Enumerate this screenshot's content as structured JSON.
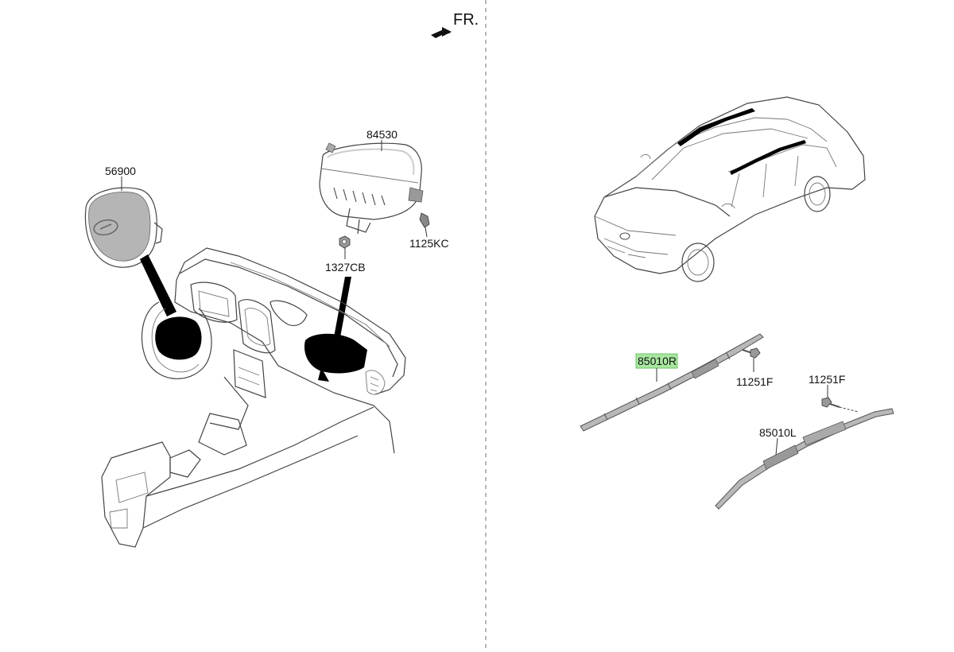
{
  "orientation_label": "FR.",
  "highlight_color": "#a8e6a0",
  "parts": {
    "steering_airbag": "56900",
    "passenger_airbag": "84530",
    "bolt_passenger": "1125KC",
    "nut_passenger": "1327CB",
    "curtain_airbag_right": "85010R",
    "curtain_airbag_left": "85010L",
    "bolt_curtain_right": "11251F",
    "bolt_curtain_left": "11251F"
  },
  "highlighted_part": "85010R"
}
